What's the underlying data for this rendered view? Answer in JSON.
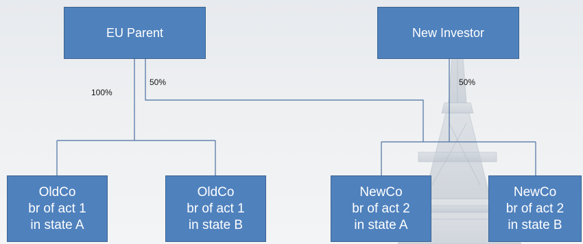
{
  "top_entities": [
    {
      "name": "EU Parent"
    },
    {
      "name": "New Investor"
    }
  ],
  "ownership_labels": {
    "eu_parent_oldco": "100%",
    "eu_parent_newco": "50%",
    "new_investor_newco": "50%"
  },
  "bottom_entities": [
    {
      "line1": "OldCo",
      "line2": "br of act 1",
      "line3": "in state A"
    },
    {
      "line1": "OldCo",
      "line2": "br of act 1",
      "line3": "in state B"
    },
    {
      "line1": "NewCo",
      "line2": "br of act 2",
      "line3": "in state A"
    },
    {
      "line1": "NewCo",
      "line2": "br of act 2",
      "line3": "in state B"
    }
  ],
  "colors": {
    "box_fill": "#4f81bd",
    "box_border": "#3a6391",
    "connector": "#4a6fa0"
  }
}
